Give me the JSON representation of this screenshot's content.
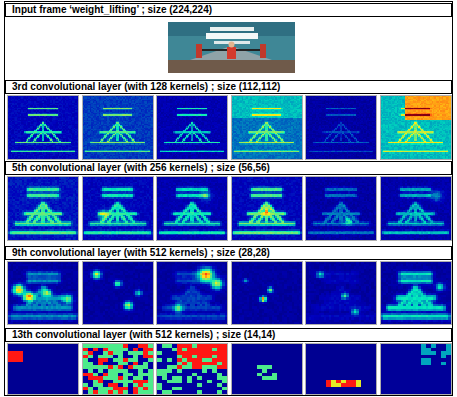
{
  "diagram": {
    "nodes": [
      {
        "text": [
          "Input frame ‘weight_lifting’ ; size (224,224)"
        ]
      },
      {
        "text": [
          "3rd convolutional layer (with 128 kernels) ; size (112,112)"
        ]
      },
      {
        "text": [
          "5th convolutional layer (with 256 kernels) ; size (56,56)"
        ]
      },
      {
        "text": [
          "9th convolutional layer (with 512 kernels) ; size (28,28)"
        ]
      },
      {
        "text": [
          "13th convolutional layer (with 512 kernels) ; size (14,14)"
        ]
      }
    ]
  }
}
